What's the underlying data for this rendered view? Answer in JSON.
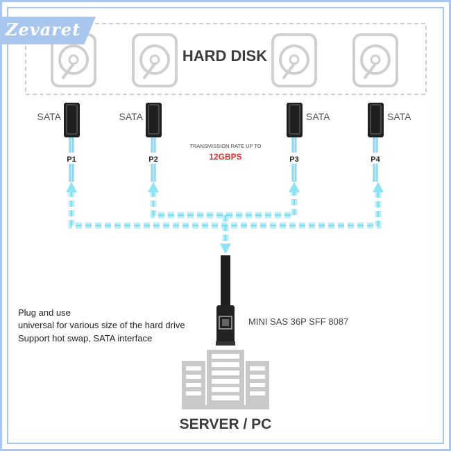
{
  "brand": {
    "name": "Zevaret"
  },
  "hard_disk_label": "HARD DISK",
  "ports": [
    {
      "sata": "SATA",
      "port": "P1"
    },
    {
      "sata": "SATA",
      "port": "P2"
    },
    {
      "sata": "SATA",
      "port": "P3"
    },
    {
      "sata": "SATA",
      "port": "P4"
    }
  ],
  "transmission": {
    "label": "TRANSMISSION RATE UP TO",
    "rate": "12GBPS"
  },
  "connector_label": "MINI SAS 36P SFF 8087",
  "features": [
    "Plug and use",
    "universal for various size of the hard drive",
    "Support hot swap, SATA interface"
  ],
  "server_label": "SERVER / PC",
  "colors": {
    "frame": "#a9c7ee",
    "arrow": "#8fe3f2",
    "rate": "#e0322a",
    "icon_gray": "#c9c9c9"
  }
}
